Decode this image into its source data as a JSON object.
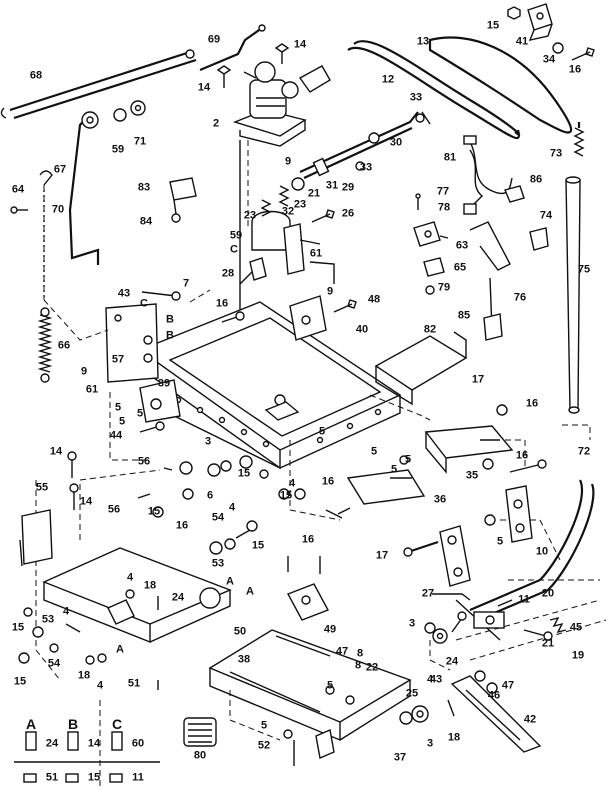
{
  "labels": {
    "n1": "69",
    "n2": "14",
    "n3": "13",
    "n4": "15",
    "n5": "41",
    "n6": "34",
    "n7": "16",
    "n8": "68",
    "n9": "14",
    "n10": "12",
    "n11": "2",
    "n12": "59",
    "n13": "71",
    "n14": "33",
    "n15": "67",
    "n16": "9",
    "n17": "30",
    "n18": "21",
    "n19": "31",
    "n20": "33",
    "n21": "81",
    "n22": "73",
    "n23": "64",
    "n24": "70",
    "n25": "83",
    "n26": "23",
    "n27": "29",
    "n28": "77",
    "n29": "86",
    "n30": "84",
    "n31": "23",
    "n32": "59",
    "n33": "32",
    "n34": "26",
    "n35": "78",
    "n36": "74",
    "n37": "C",
    "n38": "28",
    "n39": "61",
    "n40": "63",
    "n41": "9",
    "n42": "65",
    "n43": "75",
    "n44": "7",
    "n45": "43",
    "n46": "C",
    "n47": "79",
    "n48": "76",
    "n49": "16",
    "n50": "48",
    "n51": "B",
    "n52": "B",
    "n53": "40",
    "n54": "85",
    "n55": "66",
    "n56": "82",
    "n57": "57",
    "n58": "9",
    "n59": "61",
    "n60": "39",
    "n61": "17",
    "n62": "5",
    "n63": "5",
    "n64": "44",
    "n65": "16",
    "n66": "5",
    "n67": "14",
    "n68": "3",
    "n69": "56",
    "n70": "15",
    "n71": "5",
    "n72": "72",
    "n73": "16",
    "n74": "35",
    "n75": "55",
    "n76": "14",
    "n77": "6",
    "n78": "15",
    "n79": "4",
    "n80": "16",
    "n81": "36",
    "n82": "56",
    "n83": "15",
    "n84": "16",
    "n85": "4",
    "n86": "54",
    "n87": "5",
    "n88": "17",
    "n89": "10",
    "n90": "53",
    "n91": "15",
    "n92": "16",
    "n93": "A",
    "n94": "A",
    "n95": "27",
    "n96": "20",
    "n97": "4",
    "n98": "18",
    "n99": "24",
    "n100": "11",
    "n101": "15",
    "n102": "53",
    "n103": "4",
    "n104": "50",
    "n105": "49",
    "n106": "21",
    "n107": "45",
    "n108": "3",
    "n109": "54",
    "n110": "A",
    "n111": "18",
    "n112": "4",
    "n113": "15",
    "n114": "47",
    "n115": "22",
    "n116": "24",
    "n117": "19",
    "n118": "38",
    "n119": "8",
    "n120": "51",
    "n121": "5",
    "n122": "43",
    "n123": "25",
    "n124": "46",
    "n125": "47",
    "n126": "80",
    "n127": "5",
    "n128": "42",
    "n129": "52",
    "n130": "3",
    "n131": "37",
    "n132": "18",
    "n133": "4",
    "n134": "5",
    "n135": "5",
    "n136": "5",
    "n137": "8"
  },
  "legend": {
    "a_key": "A",
    "a_part": "24",
    "a_nut": "51",
    "b_key": "B",
    "b_part": "14",
    "b_nut": "15",
    "c_key": "C",
    "c_part": "60",
    "c_nut": "11"
  }
}
